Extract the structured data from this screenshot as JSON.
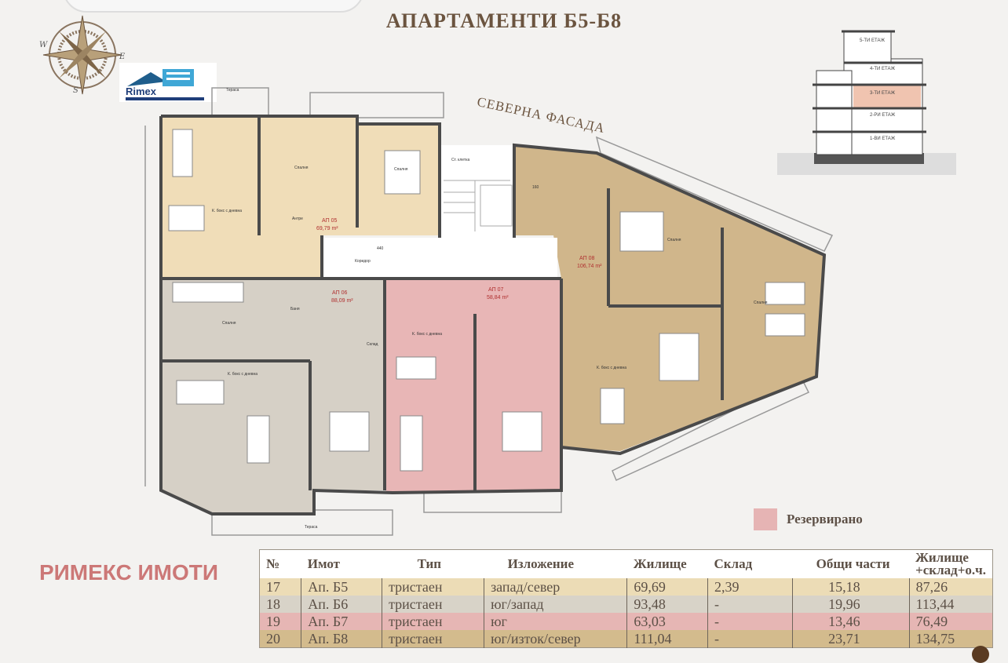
{
  "title": "АПАРТАМЕНТИ Б5-Б8",
  "facade_label": "СЕВЕРНА ФАСАДА",
  "compass": {
    "icon": "compass-rose-icon",
    "w": "W",
    "e": "E",
    "s": "S"
  },
  "logo": {
    "text": "Rimex",
    "icon": "rimex-logo-icon"
  },
  "watermark": "РИМЕКС ИМОТИ",
  "section_diagram": {
    "floors": [
      "5-ТИ ЕТАЖ",
      "4-ТИ ЕТАЖ",
      "3-ТИ ЕТАЖ",
      "2-РИ ЕТАЖ",
      "1-ВИ ЕТАЖ"
    ],
    "highlighted_floor": "3-ТИ ЕТАЖ",
    "highlight_color": "#f0c4b0"
  },
  "plan": {
    "apartments": [
      {
        "id": "АП 05",
        "area": "69,79 m²",
        "color": "#f0ddb8"
      },
      {
        "id": "АП 06",
        "area": "88,09 m²",
        "color": "#d6d0c6"
      },
      {
        "id": "АП 07",
        "area": "58,84 m²",
        "color": "#e8b6b6"
      },
      {
        "id": "АП 08",
        "area": "106,74 m²",
        "color": "#d0b68b"
      }
    ],
    "corridor_dim": "440",
    "elevator_dim": "160",
    "rooms": {
      "corridor": "Коридор",
      "stair": "Ст. клетка",
      "bedroom": "Спалня",
      "living": "К. бокс с дневна",
      "entry": "Антре",
      "bath": "Баня",
      "storage": "Склад",
      "terrace": "Тераса"
    }
  },
  "legend": {
    "label": "Резервирано",
    "color": "#e6b4b4"
  },
  "table": {
    "headers": [
      "№",
      "Имот",
      "Тип",
      "Изложение",
      "Жилище",
      "Склад",
      "Общи части",
      "Жилище +склад+о.ч."
    ],
    "rows": [
      [
        "17",
        "Ап. Б5",
        "тристаен",
        "запад/север",
        "69,69",
        "2,39",
        "15,18",
        "87,26"
      ],
      [
        "18",
        "Ап. Б6",
        "тристаен",
        "юг/запад",
        "93,48",
        "-",
        "19,96",
        "113,44"
      ],
      [
        "19",
        "Ап. Б7",
        "тристаен",
        "юг",
        "63,03",
        "-",
        "13,46",
        "76,49"
      ],
      [
        "20",
        "Ап. Б8",
        "тристаен",
        "юг/изток/север",
        "111,04",
        "-",
        "23,71",
        "134,75"
      ]
    ],
    "row_colors": [
      "#ecdcb6",
      "#d8d3c8",
      "#e6b6b4",
      "#d3bb8d"
    ]
  }
}
